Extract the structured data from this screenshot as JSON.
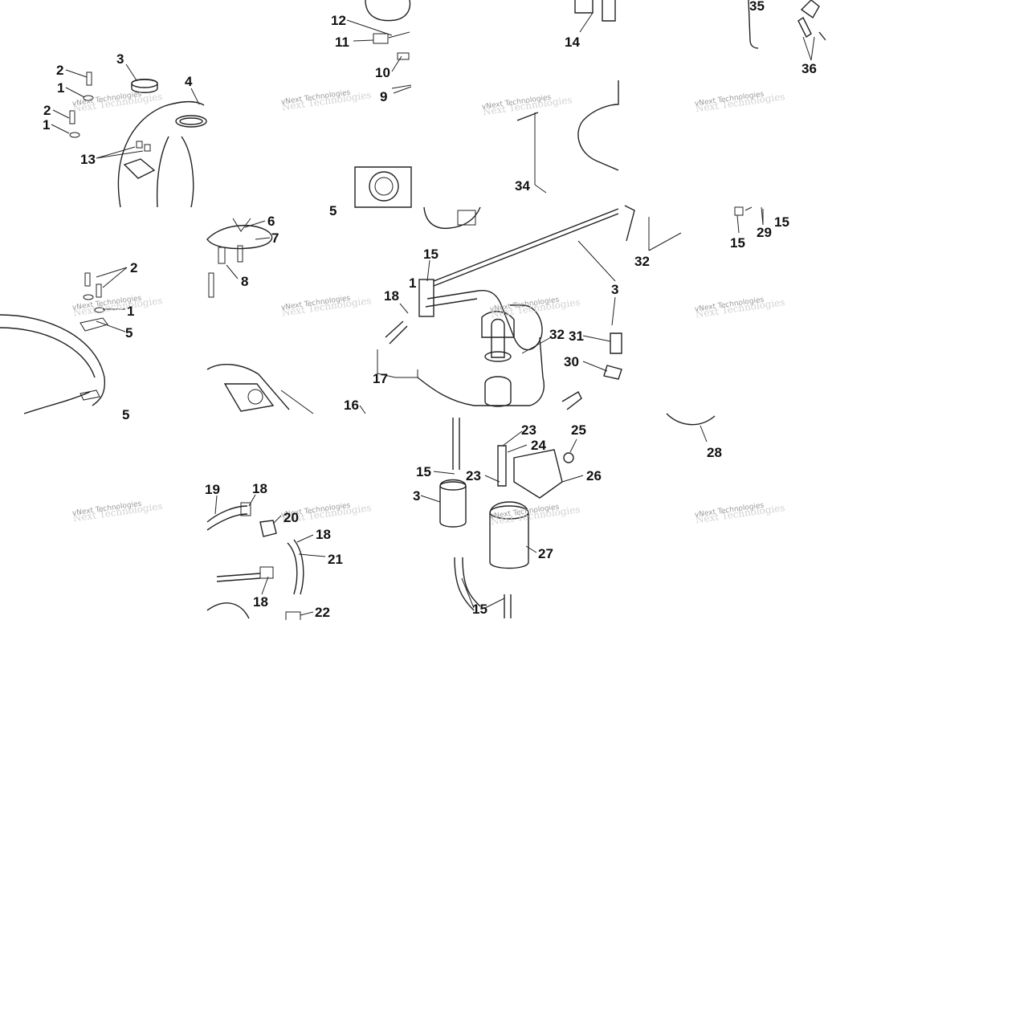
{
  "watermark": {
    "line1": "vNext Technologies",
    "line2": "Next Technologies"
  },
  "callouts": {
    "c1a": "1",
    "c1b": "1",
    "c1c": "1",
    "c1d": "1",
    "c2a": "2",
    "c2b": "2",
    "c2c": "2",
    "c3a": "3",
    "c3b": "3",
    "c3c": "3",
    "c4": "4",
    "c5a": "5",
    "c5b": "5",
    "c5c": "5",
    "c6": "6",
    "c7": "7",
    "c8": "8",
    "c9": "9",
    "c10": "10",
    "c11": "11",
    "c12": "12",
    "c13": "13",
    "c14": "14",
    "c15a": "15",
    "c15b": "15",
    "c15c": "15",
    "c15d": "15",
    "c15e": "15",
    "c16": "16",
    "c17": "17",
    "c18a": "18",
    "c18b": "18",
    "c18c": "18",
    "c18d": "18",
    "c19": "19",
    "c20": "20",
    "c21": "21",
    "c22": "22",
    "c23a": "23",
    "c23b": "23",
    "c24": "24",
    "c25": "25",
    "c26": "26",
    "c27": "27",
    "c28": "28",
    "c29": "29",
    "c30": "30",
    "c31": "31",
    "c32a": "32",
    "c32b": "32",
    "c34": "34",
    "c35": "35",
    "c36": "36"
  }
}
